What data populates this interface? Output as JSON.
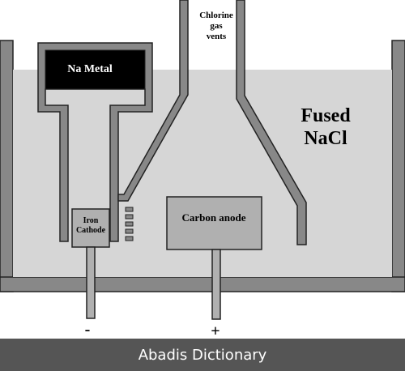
{
  "diagram": {
    "na_metal_label": "Na Metal",
    "vents_label_line1": "Chlorine",
    "vents_label_line2": "gas",
    "vents_label_line3": "vents",
    "electrolyte_line1": "Fused",
    "electrolyte_line2": "NaCl",
    "cathode_line1": "Iron",
    "cathode_line2": "Cathode",
    "anode_label": "Carbon anode",
    "negative_terminal": "-",
    "positive_terminal": "+"
  },
  "colors": {
    "electrolyte": "#d6d6d6",
    "wall": "#888888",
    "outline": "#222222",
    "na_metal": "#000000",
    "anode": "#b0b0b0",
    "footer": "#555555"
  },
  "footer": {
    "text": "Abadis Dictionary"
  }
}
